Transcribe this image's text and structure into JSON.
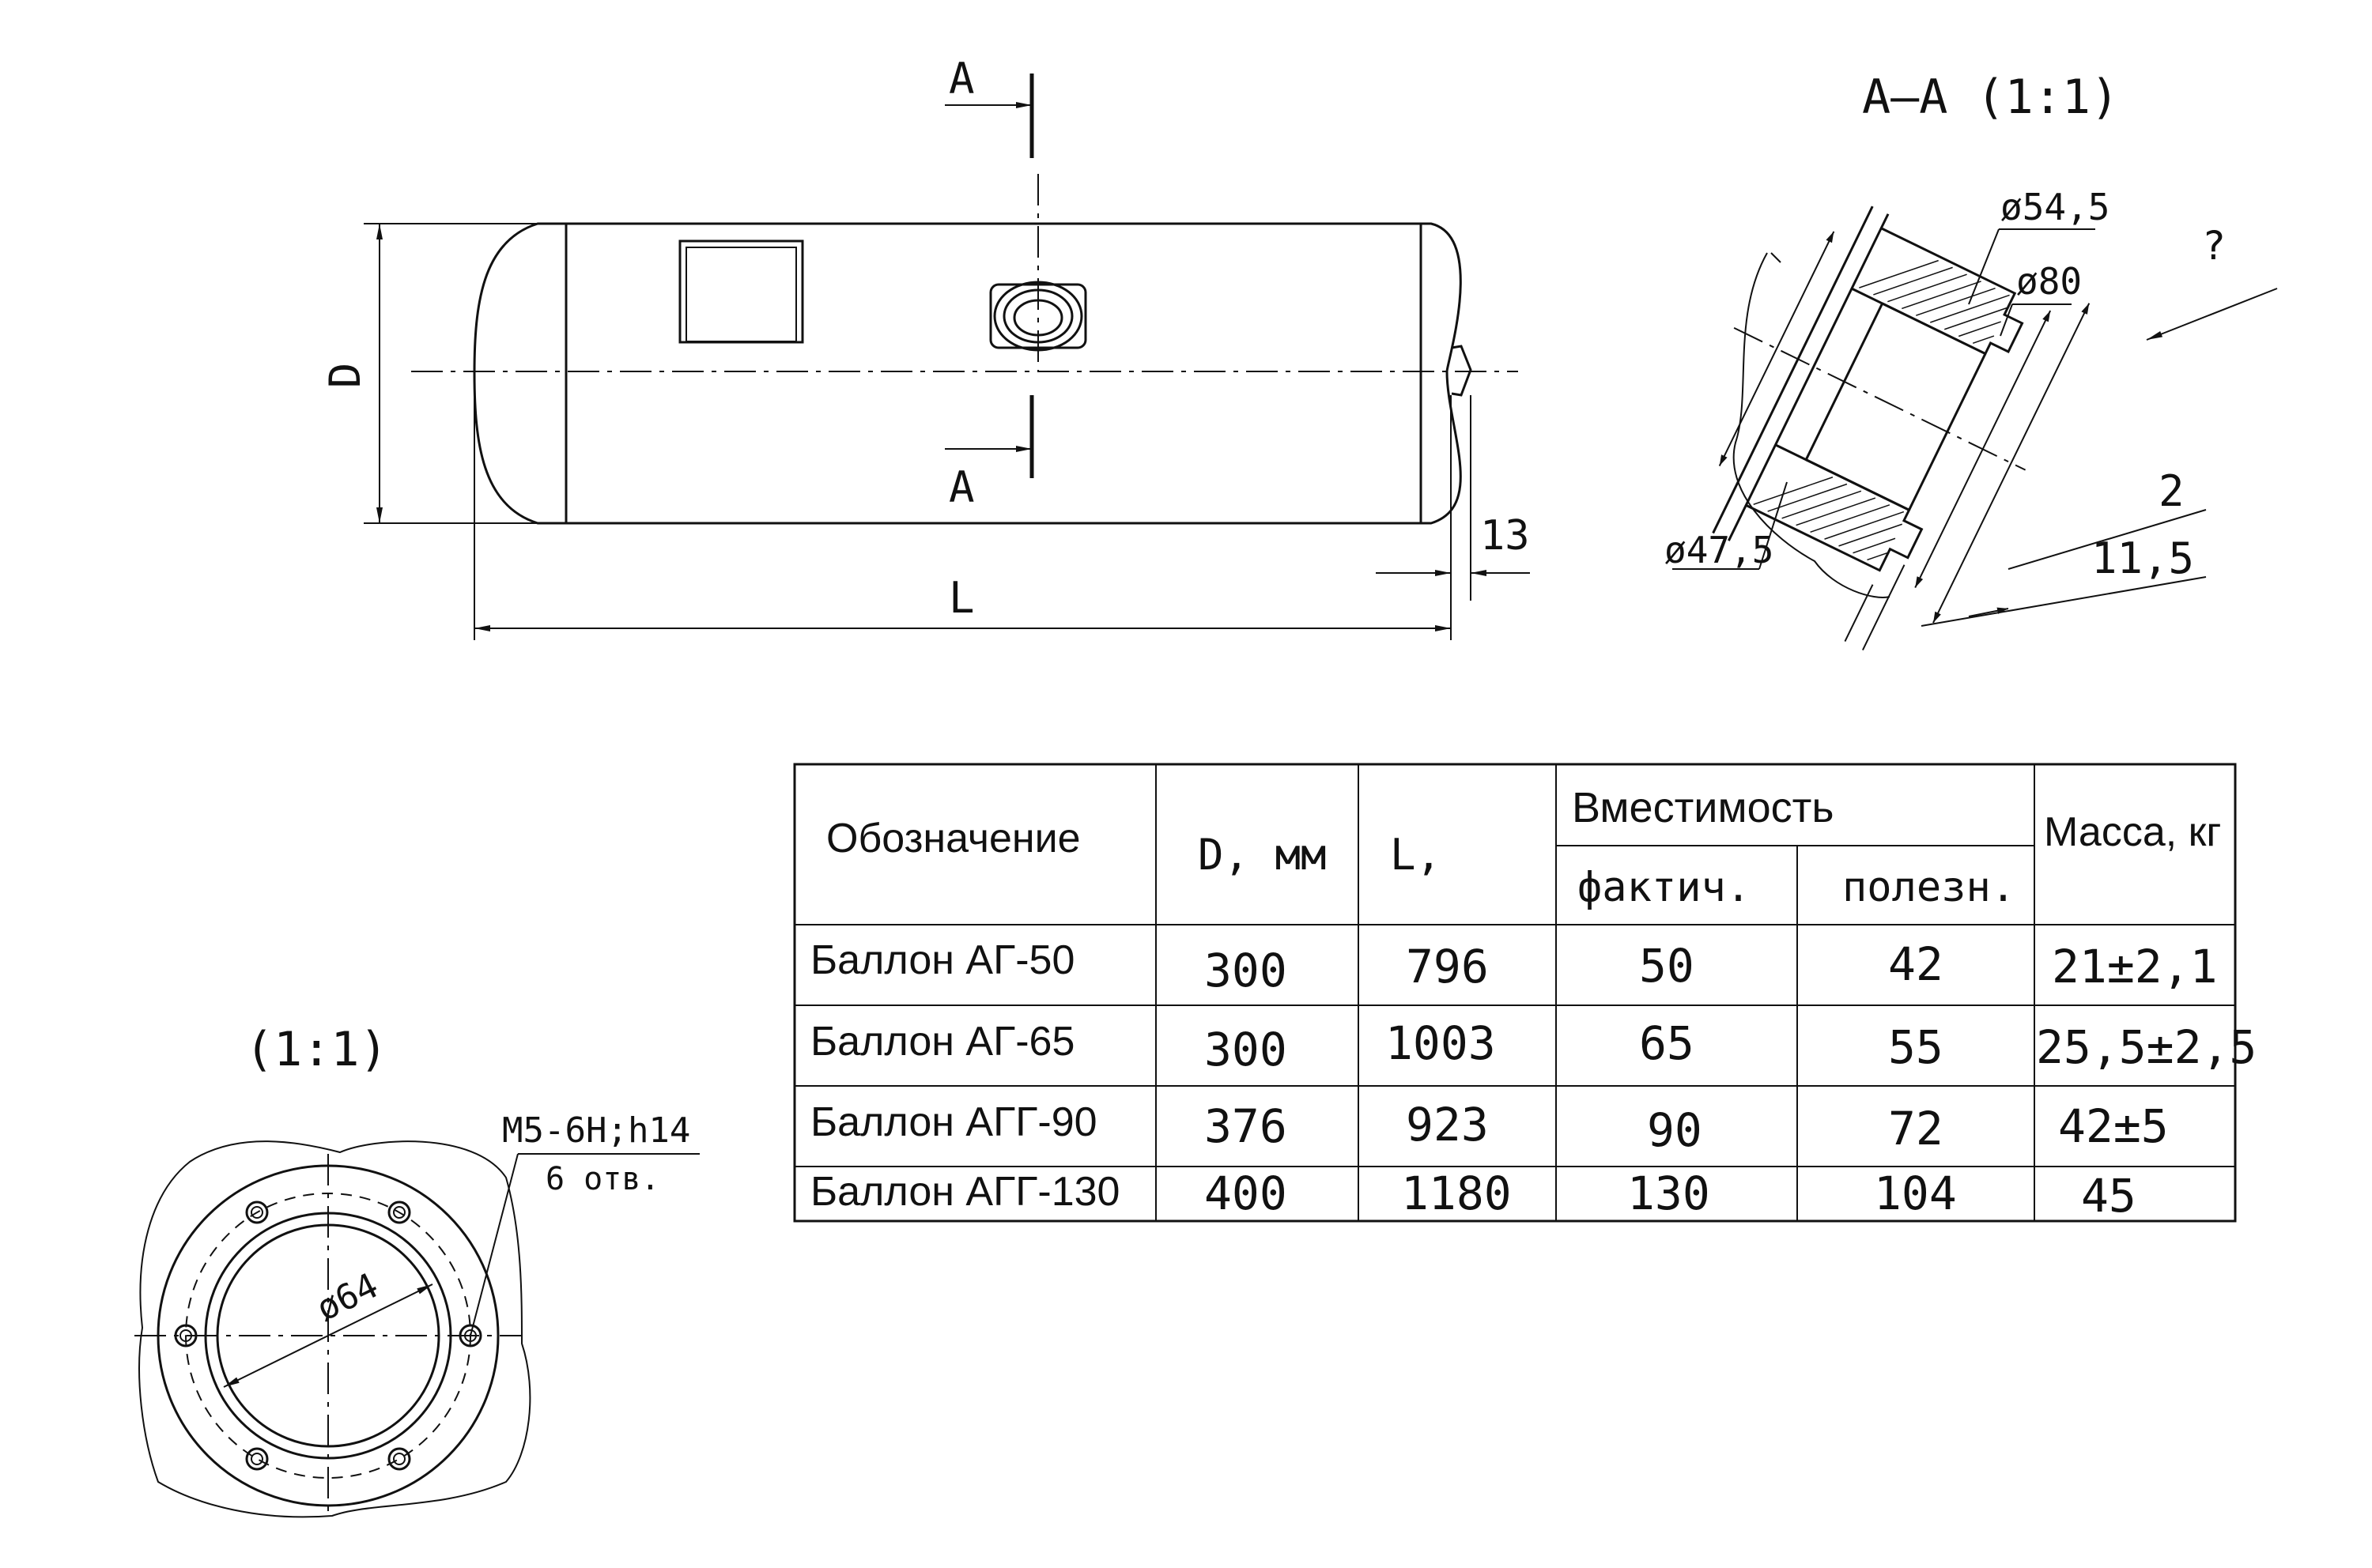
{
  "main_view": {
    "section_mark": "A",
    "dim_d": "D",
    "dim_l": "L",
    "dim_13": "13"
  },
  "section_view": {
    "title": "A–A (1:1)",
    "d54": "ø54,5",
    "d80": "ø80",
    "d47": "ø47,5",
    "dim_2": "2",
    "dim_11": "11,5",
    "arrow_label": "?"
  },
  "detail_view": {
    "scale": "(1:1)",
    "thread": "M5-6H;h14",
    "holes": "6 отв.",
    "d64": "ø64"
  },
  "table": {
    "headers": {
      "designation": "Обозначение",
      "d": "D, мм",
      "l": "L,",
      "capacity": "Вместимость",
      "actual": "фактич.",
      "useful": "полезн.",
      "mass": "Масса, кг"
    },
    "rows": [
      {
        "name": "Баллон АГ-50",
        "d": "300",
        "l": "796",
        "actual": "50",
        "useful": "42",
        "mass": "21±2,1"
      },
      {
        "name": "Баллон АГ-65",
        "d": "300",
        "l": "1003",
        "actual": "65",
        "useful": "55",
        "mass": "25,5±2,5"
      },
      {
        "name": "Баллон АГГ-90",
        "d": "376",
        "l": "923",
        "actual": "90",
        "useful": "72",
        "mass": "42±5"
      },
      {
        "name": "Баллон АГГ-130",
        "d": "400",
        "l": "1180",
        "actual": "130",
        "useful": "104",
        "mass": "45"
      }
    ]
  }
}
